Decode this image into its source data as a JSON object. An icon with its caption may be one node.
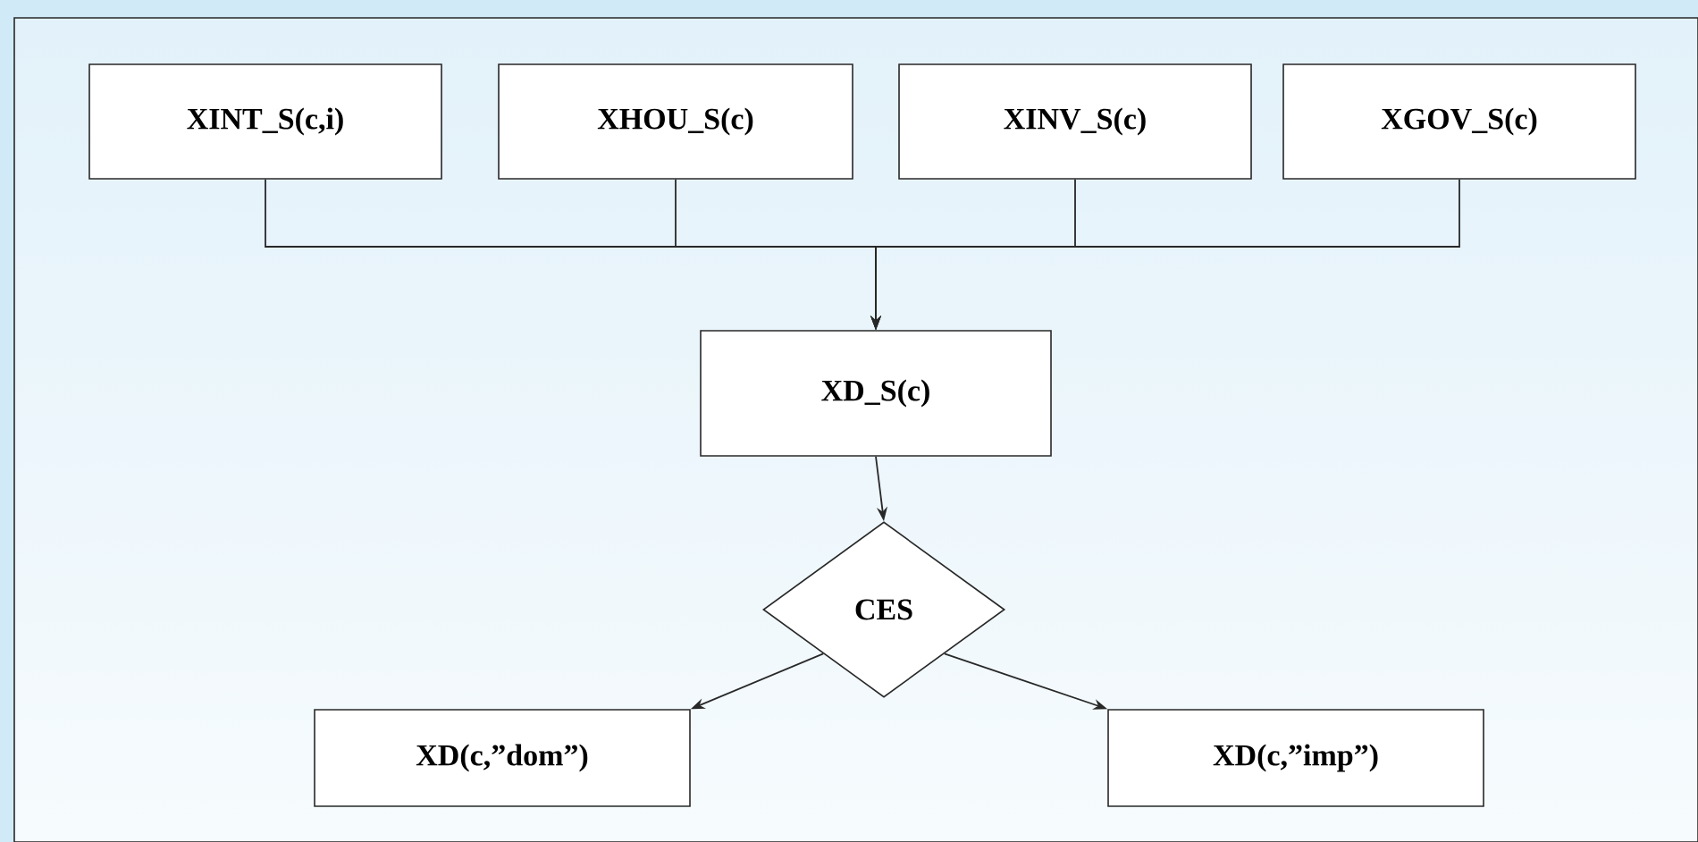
{
  "diagram": {
    "nodes": [
      {
        "text": [
          "XINT_S(c,i)"
        ]
      },
      {
        "text": [
          "XHOU_S(c)"
        ]
      },
      {
        "text": [
          "XINV_S(c)"
        ]
      },
      {
        "text": [
          "XGOV_S(c)"
        ]
      },
      {
        "text": [
          "XD_S(c)"
        ]
      },
      {
        "text": [
          "CES"
        ]
      },
      {
        "text": [
          "XD(c,”dom”)"
        ]
      },
      {
        "text": [
          "XD(c,”imp”)"
        ]
      }
    ],
    "edges": [
      {
        "from": 0,
        "to": 4,
        "arrow": "to"
      },
      {
        "from": 1,
        "to": 4,
        "arrow": "to"
      },
      {
        "from": 2,
        "to": 4,
        "arrow": "to"
      },
      {
        "from": 3,
        "to": 4,
        "arrow": "to"
      },
      {
        "from": 4,
        "to": 5,
        "arrow": "to"
      },
      {
        "from": 5,
        "to": 6,
        "arrow": "to"
      },
      {
        "from": 5,
        "to": 7,
        "arrow": "to"
      }
    ]
  }
}
